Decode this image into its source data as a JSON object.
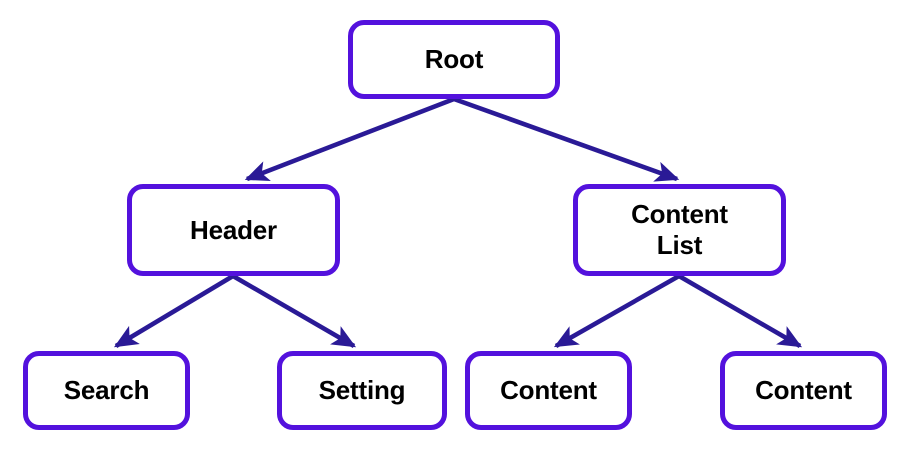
{
  "diagram": {
    "type": "tree",
    "title": "UI component hierarchy tree",
    "colors": {
      "node_border": "#5311dd",
      "node_fill": "#ffffff",
      "edge": "#2a1a96",
      "label": "#000000",
      "background": "#ffffff"
    },
    "nodes": [
      {
        "id": "root",
        "label": "Root",
        "level": 0
      },
      {
        "id": "header",
        "label": "Header",
        "level": 1
      },
      {
        "id": "content-list",
        "label": "Content\nList",
        "level": 1
      },
      {
        "id": "search",
        "label": "Search",
        "level": 2
      },
      {
        "id": "setting",
        "label": "Setting",
        "level": 2
      },
      {
        "id": "content-1",
        "label": "Content",
        "level": 2
      },
      {
        "id": "content-2",
        "label": "Content",
        "level": 2
      }
    ],
    "edges": [
      {
        "from": "root",
        "to": "header",
        "arrow": "to"
      },
      {
        "from": "root",
        "to": "content-list",
        "arrow": "to"
      },
      {
        "from": "header",
        "to": "search",
        "arrow": "to"
      },
      {
        "from": "header",
        "to": "setting",
        "arrow": "to"
      },
      {
        "from": "content-list",
        "to": "content-1",
        "arrow": "to"
      },
      {
        "from": "content-list",
        "to": "content-2",
        "arrow": "to"
      }
    ]
  }
}
